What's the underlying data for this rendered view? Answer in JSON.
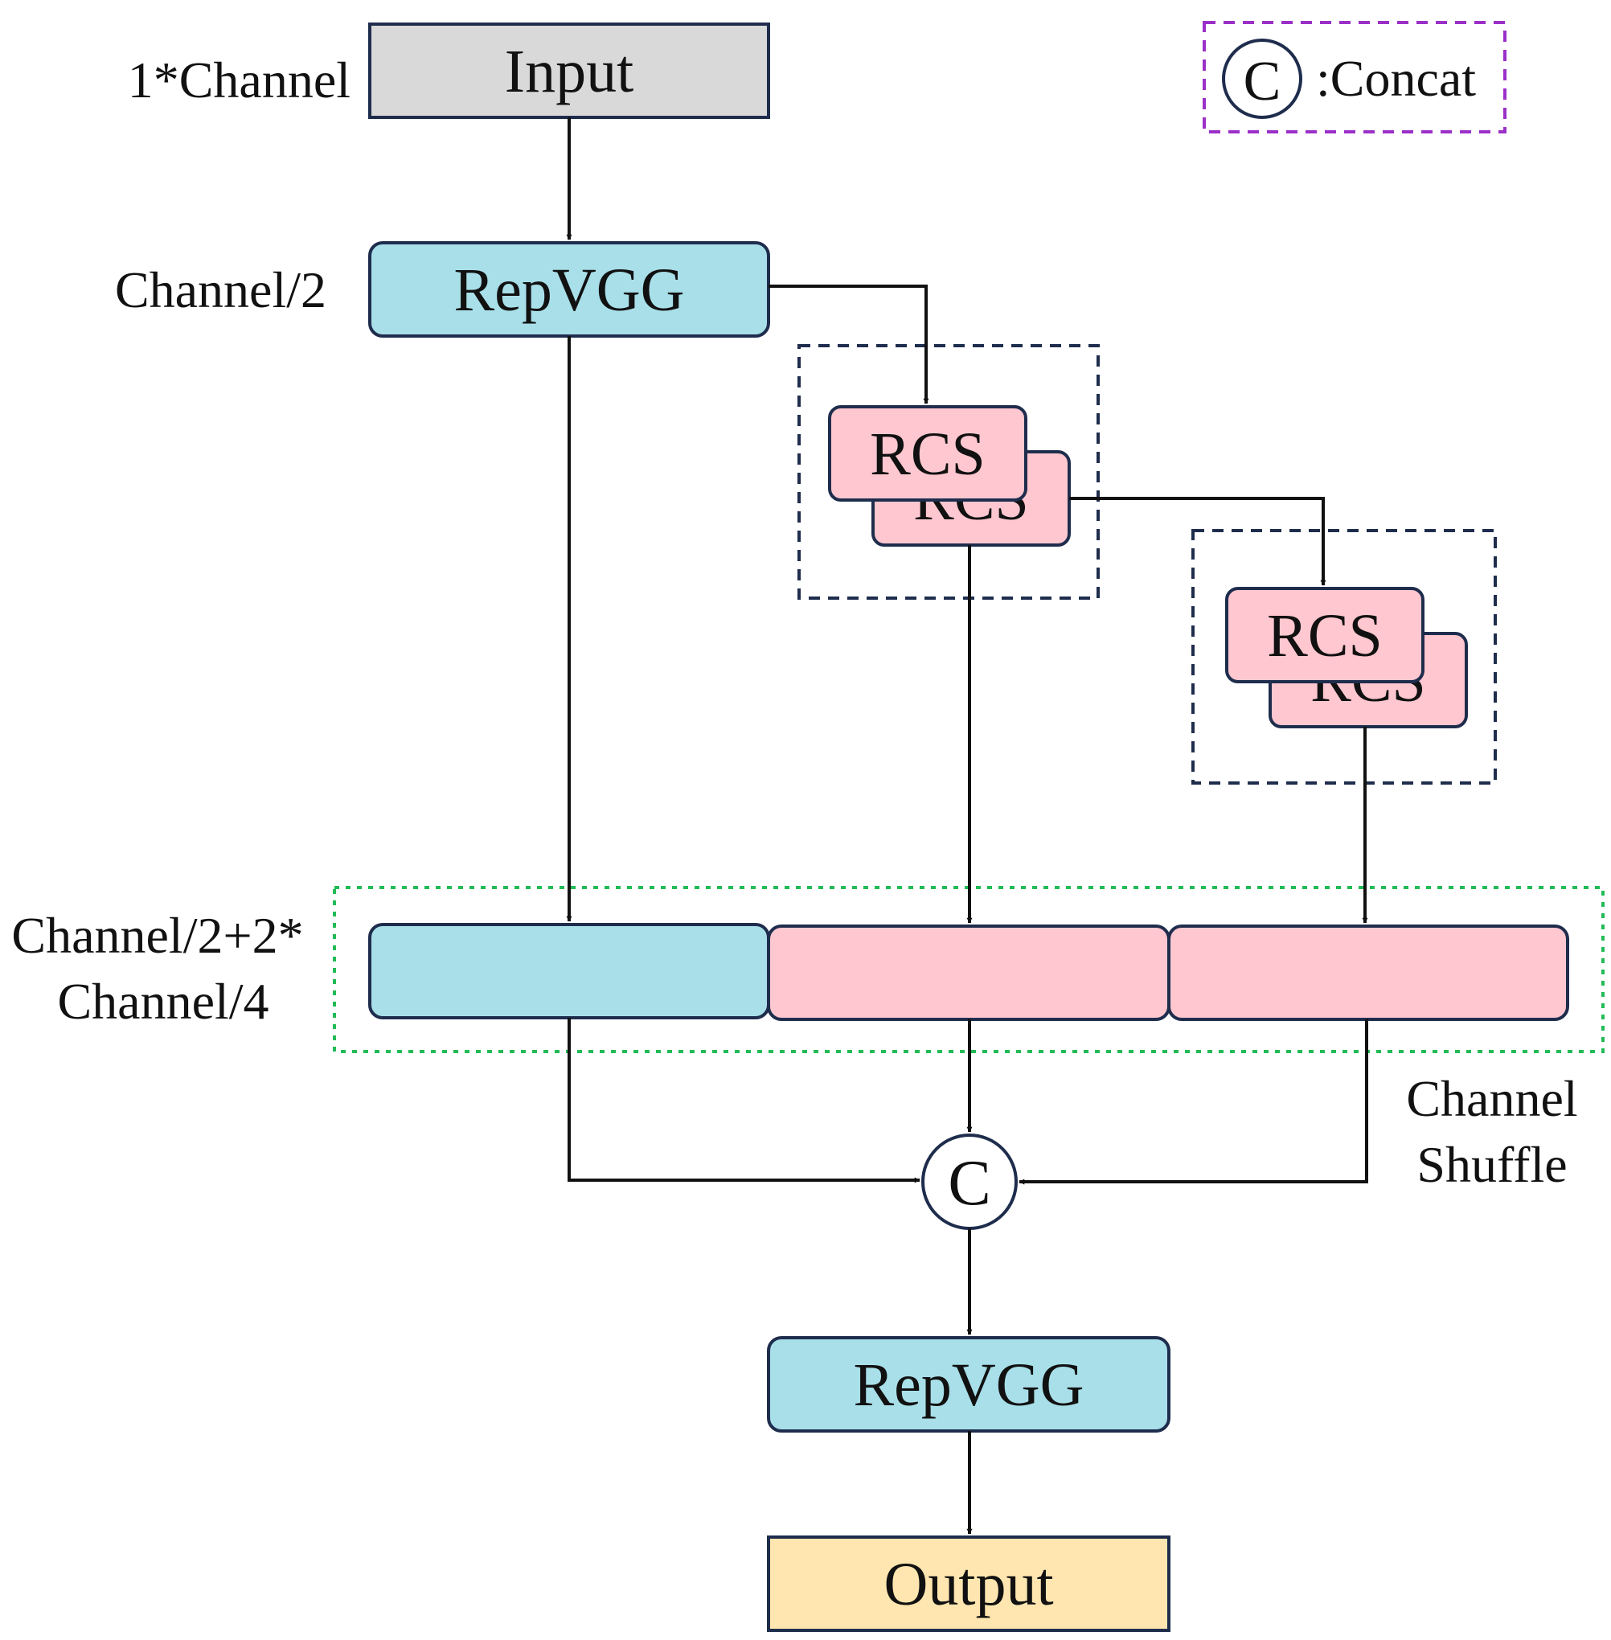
{
  "diagram": {
    "legend": {
      "symbol": "C",
      "text": ":Concat",
      "border_color": "#9b30c8"
    },
    "labels": {
      "input_channels": "1*Channel",
      "repvgg_channels": "Channel/2",
      "concat_channels_line1": "Channel/2+2*",
      "concat_channels_line2": "Channel/4",
      "shuffle_line1": "Channel",
      "shuffle_line2": "Shuffle"
    },
    "nodes": {
      "input": "Input",
      "repvgg_top": "RepVGG",
      "rcs_1": "RCS",
      "rcs_1_back": "RCS",
      "rcs_2": "RCS",
      "rcs_2_back": "RCS",
      "concat": "C",
      "repvgg_bottom": "RepVGG",
      "output": "Output"
    },
    "colors": {
      "input_fill": "#d9d9d9",
      "repvgg_fill": "#a8dfe9",
      "rcs_fill": "#ffc7cf",
      "output_fill": "#ffe6b0",
      "node_border": "#1f2d4d",
      "rcs_group_border": "#1f2d4d",
      "shuffle_group_border": "#22bb55"
    }
  }
}
